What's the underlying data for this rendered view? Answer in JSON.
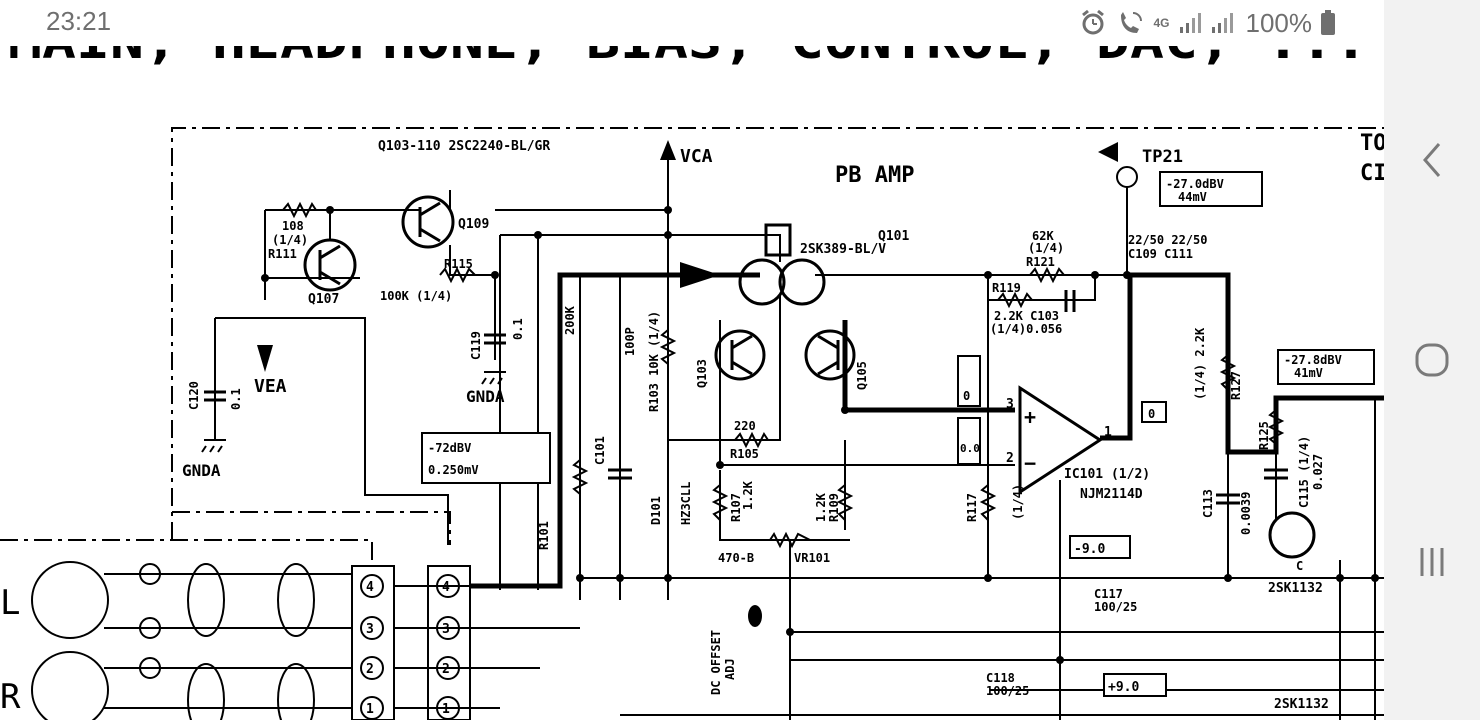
{
  "status_bar": {
    "time": "23:21",
    "icons": [
      "alarm-icon",
      "wifi-call-icon",
      "4g-icon",
      "signal-icon",
      "signal-icon",
      "battery-icon"
    ],
    "network_label": "4G",
    "battery": "100%"
  },
  "nav_bar": {
    "back_icon": "chevron-left-icon",
    "home_icon": "home-circle-icon",
    "recents_icon": "recents-icon"
  },
  "schematic": {
    "header_text": "MAIN, HEADPHONE, BIAS, CONTROL, DAC, ...",
    "labels": {
      "q103_110": "Q103-110  2SC2240-BL/GR",
      "vca": "VCA",
      "pb_amp": "PB  AMP",
      "tp21": "TP21",
      "tp21_level": "-27.0dBV",
      "tp21_mv": "44mV",
      "q101": "Q101",
      "q101_part": "2SK389-BL/V",
      "q109": "Q109",
      "q107": "Q107",
      "r108": "108",
      "r108_w": "(1/4)",
      "r111": "R111",
      "r115": "R115",
      "r115_val": "100K (1/4)",
      "c119": "C119",
      "c119_val": "0.1",
      "gnda1": "GNDA",
      "gnda2": "GNDA",
      "vea": "VEA",
      "c120": "C120",
      "c120_val": "0.1",
      "r121_val": "62K",
      "r121_w": "(1/4)",
      "r121": "R121",
      "r119": "R119",
      "r119_val": "2.2K C103",
      "r119_w": "(1/4)0.056",
      "c109": "22/50 22/50",
      "c109_lbl": "C109  C111",
      "q103": "Q103",
      "q105": "Q105",
      "r103": "R103 10K (1/4)",
      "c100p": "100P",
      "r101_200k": "200K",
      "r105_val": "220",
      "r105": "R105",
      "in_level": "-72dBV",
      "in_mv": "0.250mV",
      "c101": "C101",
      "r101": "R101",
      "d101": "D101",
      "hz3cll": "HZ3CLL",
      "r107": "R107",
      "r107_val": "1.2K",
      "r109": "R109",
      "r109_val": "1.2K",
      "vr101_val": "470-B",
      "vr101": "VR101",
      "r117": "R117",
      "r117_val": "(1/4)",
      "ic101": "IC101 (1/2)",
      "ic101_part": "NJM2114D",
      "ic_plus": "+",
      "ic_minus": "−",
      "pin3": "3",
      "pin2": "2",
      "pin1": "1",
      "box0": "0",
      "box00": "0.0",
      "box_out": "0",
      "neg9": "-9.0",
      "pos9": "+9.0",
      "c117": "C117",
      "c117_val": "100/25",
      "c118": "C118",
      "c118_val": "100/25",
      "dc_offset": "DC OFFSET",
      "adj": "ADJ",
      "r127": "R127",
      "r127_val": "(1/4) 2.2K",
      "c113": "C113",
      "c113_val": "0.0039",
      "out_level": "-27.8dBV",
      "out_mv": "41mV",
      "r125": "R125",
      "c115": "C115 (1/4)",
      "c115_val": "0.027",
      "k1132a": "2SK1132",
      "k1132b": "2SK1132",
      "to": "TO",
      "ci": "CI",
      "side_l": "L",
      "side_r": "R",
      "pin_4a": "4",
      "pin_3a": "3",
      "pin_2a": "2",
      "pin_1a": "1",
      "pin_4b": "4",
      "pin_3b": "3",
      "pin_2b": "2",
      "pin_1b": "1",
      "q_small": "C"
    }
  },
  "colors": {
    "ink": "#000000",
    "paper": "#ffffff",
    "status_text": "#6f6f6f",
    "nav_bg": "#f2f2f2",
    "nav_icon": "#7a7a7a"
  }
}
